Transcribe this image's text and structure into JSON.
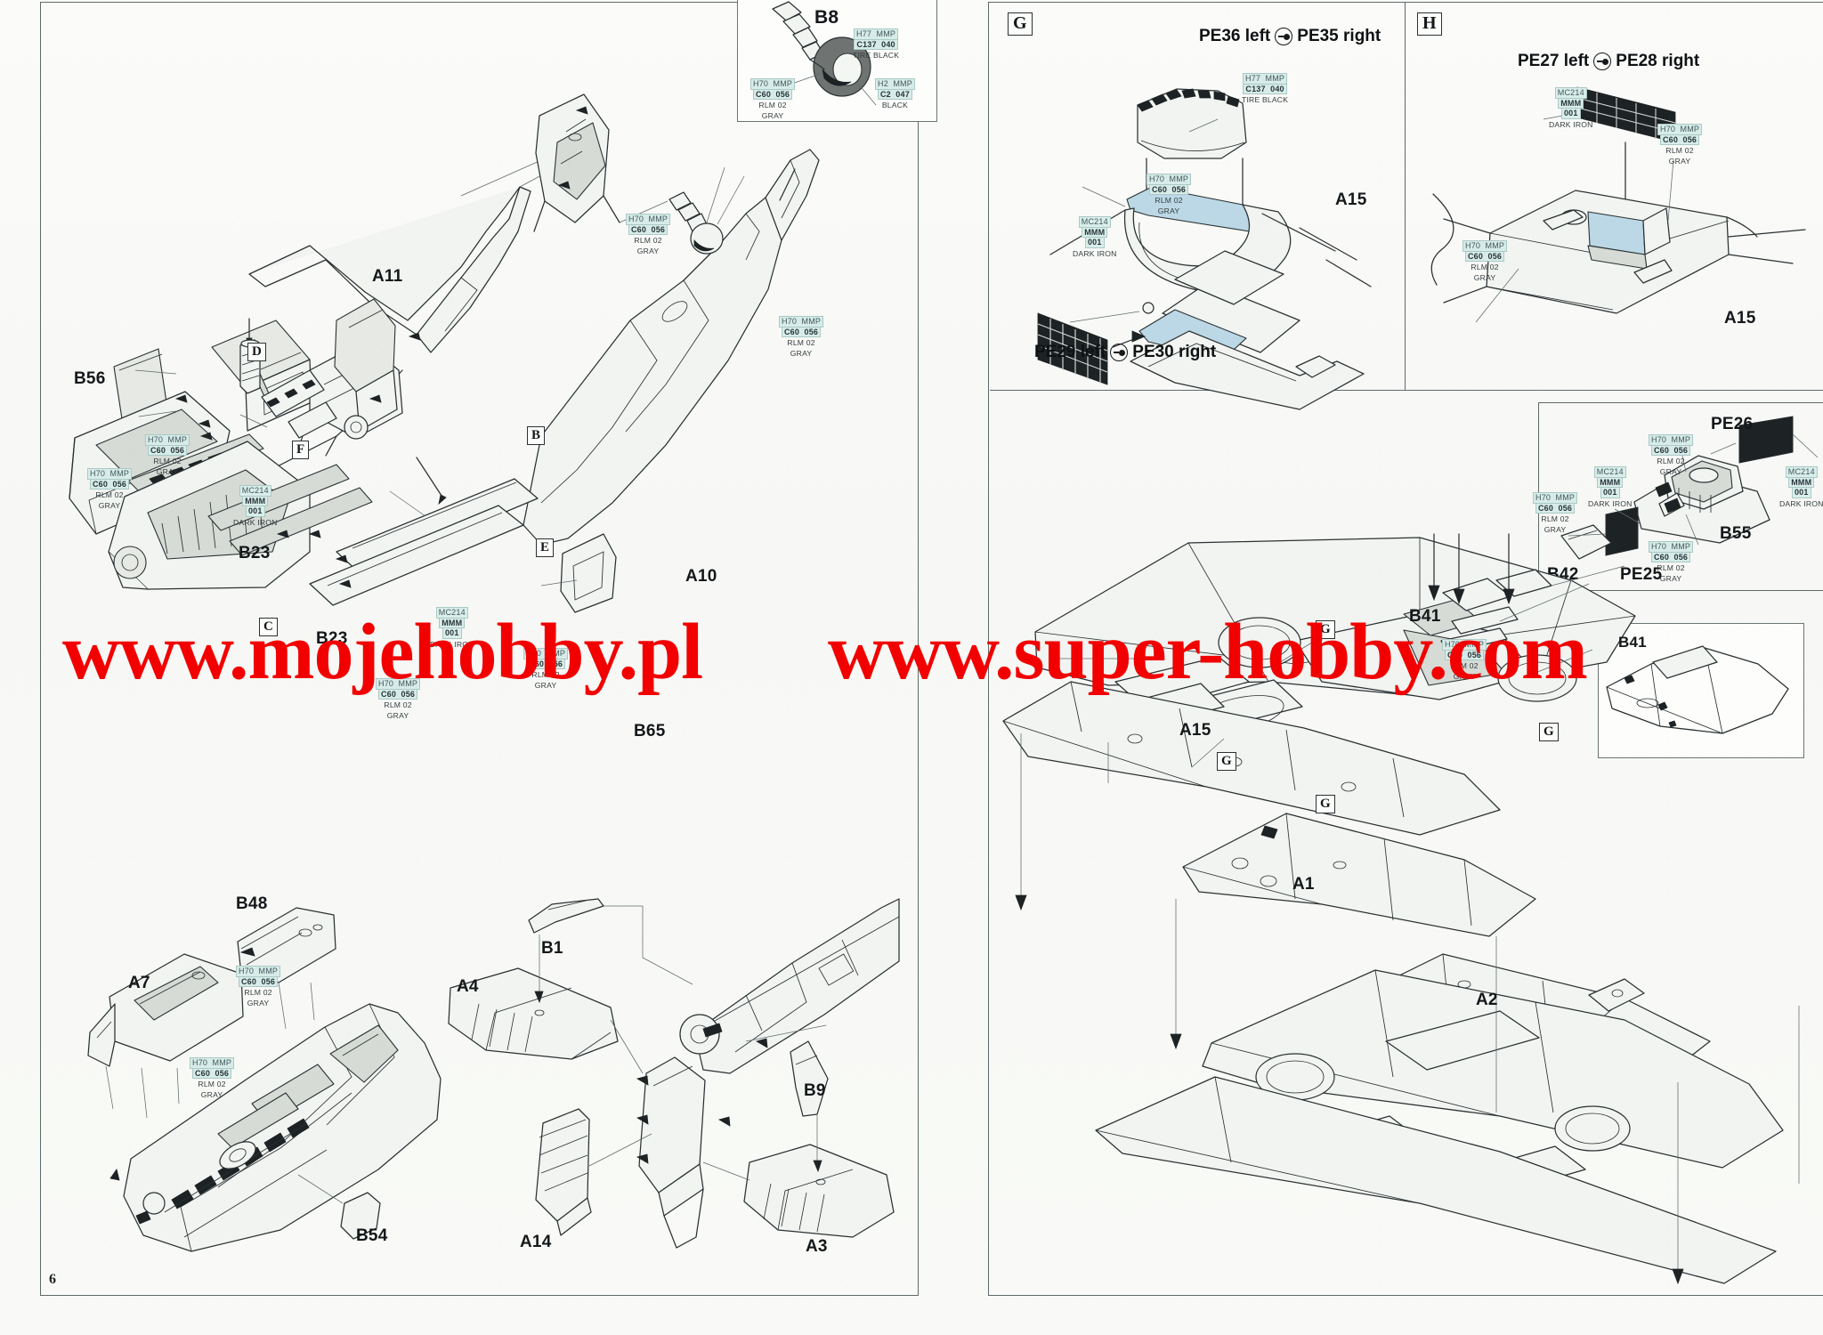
{
  "sheet": {
    "page_number": "6",
    "background_color": "#fbfbf9",
    "line_color": "#2a3133"
  },
  "watermark": {
    "color": "#f20000",
    "left_text": "www.mojehobby.pl",
    "right_text": "www.super-hobby.com"
  },
  "paint_colors": {
    "rlm02_gray": {
      "code_left": "H70",
      "brand_right": "MMP",
      "code2_left": "C60",
      "code2_right": "056",
      "name_line1": "RLM 02",
      "name_line2": "GRAY"
    },
    "rlm02_gray_alt": {
      "code_left": "H70",
      "brand_right": "MMP",
      "code2_left": "C60",
      "code2_right": "056",
      "name_line1": "RLM 02",
      "name_line2": "GRAY"
    },
    "dark_iron": {
      "code_left": "MC214",
      "brand_right": "MMM",
      "code2_left": "001",
      "code2_right": "",
      "name_line1": "DARK IRON",
      "name_line2": ""
    },
    "tire_black": {
      "code_left": "H77",
      "brand_right": "MMP",
      "code2_left": "C137",
      "code2_right": "040",
      "name_line1": "TIRE BLACK",
      "name_line2": ""
    },
    "black": {
      "code_left": "H2",
      "brand_right": "MMP",
      "code2_left": "C2",
      "code2_right": "047",
      "name_line1": "BLACK",
      "name_line2": ""
    }
  },
  "left_panel": {
    "name": "main-assembly-panel",
    "inset_b8": {
      "label": "B8",
      "paints": [
        "tire_black",
        "rlm02_gray",
        "black"
      ]
    },
    "top_assembly": {
      "part_labels": [
        "A11",
        "B56",
        "B23",
        "A10",
        "B65",
        "B23"
      ],
      "step_letters": [
        "D",
        "B",
        "F",
        "E",
        "C"
      ],
      "paints": [
        "rlm02_gray",
        "rlm02_gray",
        "dark_iron",
        "rlm02_gray",
        "rlm02_gray",
        "rlm02_gray"
      ]
    },
    "bottom_assembly": {
      "part_labels": [
        "B48",
        "A7",
        "B54",
        "B1",
        "A4",
        "B9",
        "A14",
        "A3"
      ],
      "paints": [
        "rlm02_gray",
        "rlm02_gray"
      ]
    }
  },
  "right_panel": {
    "name": "wing-assembly-panel",
    "step_G": {
      "letter": "G",
      "titles": [
        {
          "left": "PE36 left",
          "right": "PE35 right"
        },
        {
          "left": "PE29 left",
          "right": "PE30 right"
        }
      ],
      "part_labels": [
        "A15"
      ],
      "paints": [
        "tire_black",
        "rlm02_gray",
        "dark_iron"
      ]
    },
    "step_H": {
      "letter": "H",
      "titles": [
        {
          "left": "PE27 left",
          "right": "PE28 right"
        }
      ],
      "part_labels": [
        "A15"
      ],
      "paints": [
        "dark_iron",
        "rlm02_gray",
        "rlm02_gray"
      ]
    },
    "detail_group": {
      "part_labels": [
        "PE26",
        "B55",
        "B42",
        "PE25"
      ],
      "paints": [
        "rlm02_gray",
        "dark_iron",
        "rlm02_gray",
        "dark_iron",
        "rlm02_gray",
        "rlm02_gray"
      ]
    },
    "wing_assembly": {
      "part_labels": [
        "A15",
        "B41",
        "A1",
        "A2"
      ],
      "step_markers": [
        "G",
        "G",
        "G",
        "G"
      ],
      "paints": [
        "rlm02_gray"
      ],
      "inset_label": "B41"
    }
  }
}
